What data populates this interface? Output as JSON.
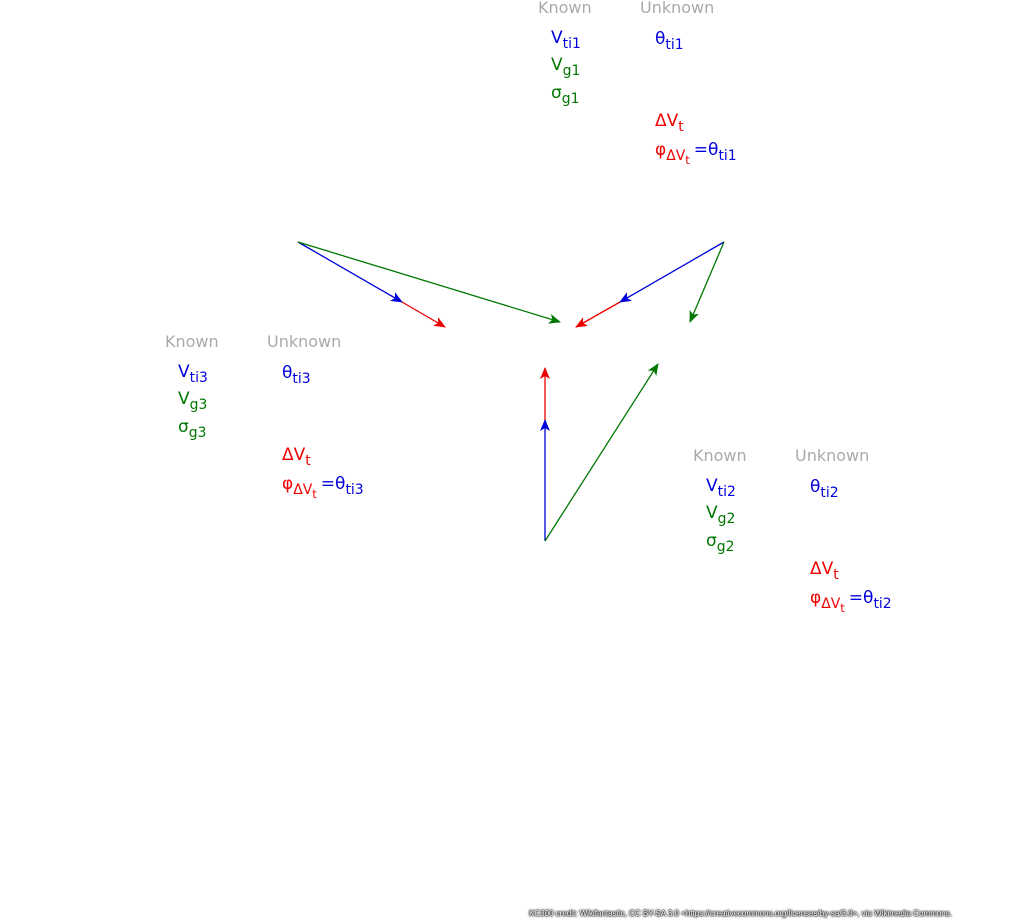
{
  "headers": {
    "known": "Known",
    "unknown": "Unknown"
  },
  "colors": {
    "blue": "#0000dd",
    "green": "#007700",
    "red": "#ee0000",
    "header": "#aaaaaa"
  },
  "panels": [
    {
      "id": "1",
      "known": [
        {
          "base": "V",
          "sub": "ti1",
          "color": "blue"
        },
        {
          "base": "V",
          "sub": "g1",
          "color": "green"
        },
        {
          "base": "σ",
          "sub": "g1",
          "color": "green"
        }
      ],
      "unknown": [
        {
          "base": "θ",
          "sub": "ti1",
          "color": "blue"
        }
      ],
      "delta": {
        "base": "ΔV",
        "sub": "t"
      },
      "phi": {
        "base": "φ",
        "sub": "ΔV",
        "subsub": "t",
        "eq": "=",
        "theta": "θ",
        "theta_sub": "ti1"
      }
    },
    {
      "id": "2",
      "known": [
        {
          "base": "V",
          "sub": "ti2",
          "color": "blue"
        },
        {
          "base": "V",
          "sub": "g2",
          "color": "green"
        },
        {
          "base": "σ",
          "sub": "g2",
          "color": "green"
        }
      ],
      "unknown": [
        {
          "base": "θ",
          "sub": "ti2",
          "color": "blue"
        }
      ],
      "delta": {
        "base": "ΔV",
        "sub": "t"
      },
      "phi": {
        "base": "φ",
        "sub": "ΔV",
        "subsub": "t",
        "eq": "=",
        "theta": "θ",
        "theta_sub": "ti2"
      }
    },
    {
      "id": "3",
      "known": [
        {
          "base": "V",
          "sub": "ti3",
          "color": "blue"
        },
        {
          "base": "V",
          "sub": "g3",
          "color": "green"
        },
        {
          "base": "σ",
          "sub": "g3",
          "color": "green"
        }
      ],
      "unknown": [
        {
          "base": "θ",
          "sub": "ti3",
          "color": "blue"
        }
      ],
      "delta": {
        "base": "ΔV",
        "sub": "t"
      },
      "phi": {
        "base": "φ",
        "sub": "ΔV",
        "subsub": "t",
        "eq": "=",
        "theta": "θ",
        "theta_sub": "ti3"
      }
    }
  ],
  "vectors": {
    "case1": {
      "vti": "blue",
      "vg": "green",
      "dvt": "red"
    },
    "case2": {
      "vti": "blue",
      "vg": "green",
      "dvt": "red"
    },
    "case3": {
      "vti": "blue",
      "vg": "green",
      "dvt": "red"
    }
  },
  "credit": "KC300 credit: Wikifantastic, CC BY-SA 3.0 <https://creativecommons.org/licenses/by-sa/3.0>, via Wikimedia Commons."
}
